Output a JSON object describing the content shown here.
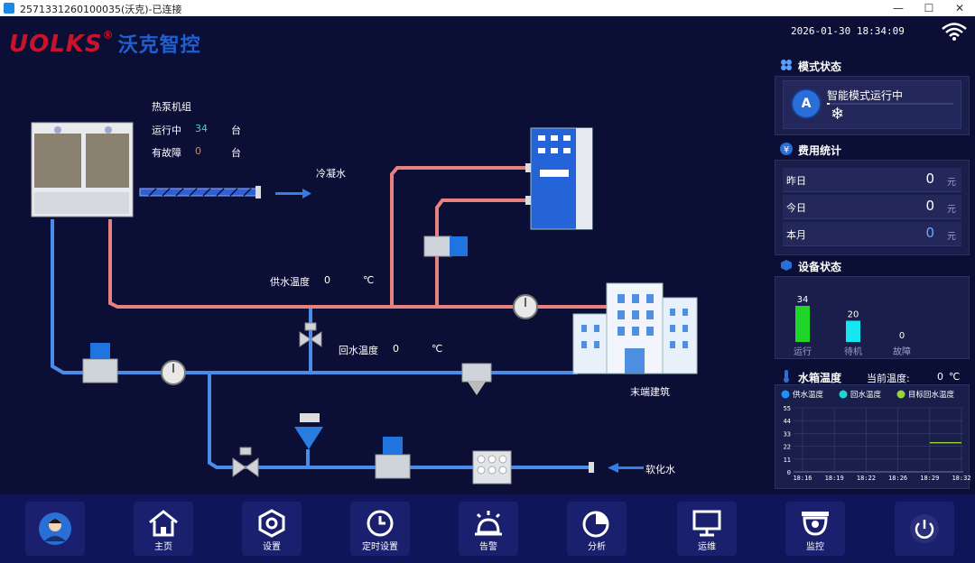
{
  "window": {
    "title": "2571331260100035(沃克)-已连接",
    "minimize": "—",
    "maximize": "☐",
    "close": "✕"
  },
  "header": {
    "logo_en": "UOLKS",
    "logo_reg": "®",
    "logo_cn": "沃克智控",
    "datetime": "2026-01-30 18:34:09"
  },
  "heat_pump": {
    "title": "热泵机组",
    "running_label": "运行中",
    "running_count": "34",
    "running_unit": "台",
    "fault_label": "有故障",
    "fault_count": "0",
    "fault_unit": "台"
  },
  "diagram": {
    "condensate_label": "冷凝水",
    "supply_temp_label": "供水温度",
    "supply_temp_value": "0",
    "supply_temp_unit": "℃",
    "return_temp_label": "回水温度",
    "return_temp_value": "0",
    "return_temp_unit": "℃",
    "building_label": "末端建筑",
    "soft_water_label": "软化水"
  },
  "mode_panel": {
    "title": "模式状态",
    "mode_badge": "A",
    "mode_text": "智能模式运行中",
    "mode_icon": "snowflake-icon"
  },
  "cost_panel": {
    "title": "费用统计",
    "rows": [
      {
        "label": "昨日",
        "value": "0",
        "unit": "元"
      },
      {
        "label": "今日",
        "value": "0",
        "unit": "元"
      },
      {
        "label": "本月",
        "value": "0",
        "unit": "元"
      }
    ]
  },
  "device_panel": {
    "title": "设备状态",
    "bars": [
      {
        "label": "运行",
        "value": "34",
        "count": 34,
        "color": "#1ed52a"
      },
      {
        "label": "待机",
        "value": "20",
        "count": 20,
        "color": "#16e6f0"
      },
      {
        "label": "故障",
        "value": "0",
        "count": 0,
        "color": "#ff5050"
      }
    ]
  },
  "tank_panel": {
    "title": "水箱温度",
    "current_label": "当前温度:",
    "current_value": "0",
    "current_unit": "℃"
  },
  "chart_data": {
    "type": "line",
    "legend": [
      {
        "name": "供水温度",
        "color": "#1e90ff"
      },
      {
        "name": "回水温度",
        "color": "#23d2d2"
      },
      {
        "name": "目标回水温度",
        "color": "#9ad23a"
      }
    ],
    "x": [
      "18:16",
      "18:19",
      "18:22",
      "18:26",
      "18:29",
      "18:32"
    ],
    "yticks": [
      "55",
      "44",
      "33",
      "22",
      "11",
      "0"
    ],
    "ylim": [
      0,
      55
    ],
    "series": [
      {
        "name": "目标回水温度",
        "x_start": "18:29",
        "x_end": "18:32",
        "values": [
          25,
          25
        ]
      }
    ],
    "grid": true,
    "legend_position": "top"
  },
  "nav": [
    {
      "label": "",
      "icon": "avatar-icon"
    },
    {
      "label": "主页",
      "icon": "home-icon"
    },
    {
      "label": "设置",
      "icon": "settings-icon"
    },
    {
      "label": "定时设置",
      "icon": "clock-icon"
    },
    {
      "label": "告警",
      "icon": "alarm-icon"
    },
    {
      "label": "分析",
      "icon": "pie-chart-icon"
    },
    {
      "label": "运维",
      "icon": "monitor-icon"
    },
    {
      "label": "监控",
      "icon": "camera-icon"
    },
    {
      "label": "",
      "icon": "power-icon"
    }
  ]
}
